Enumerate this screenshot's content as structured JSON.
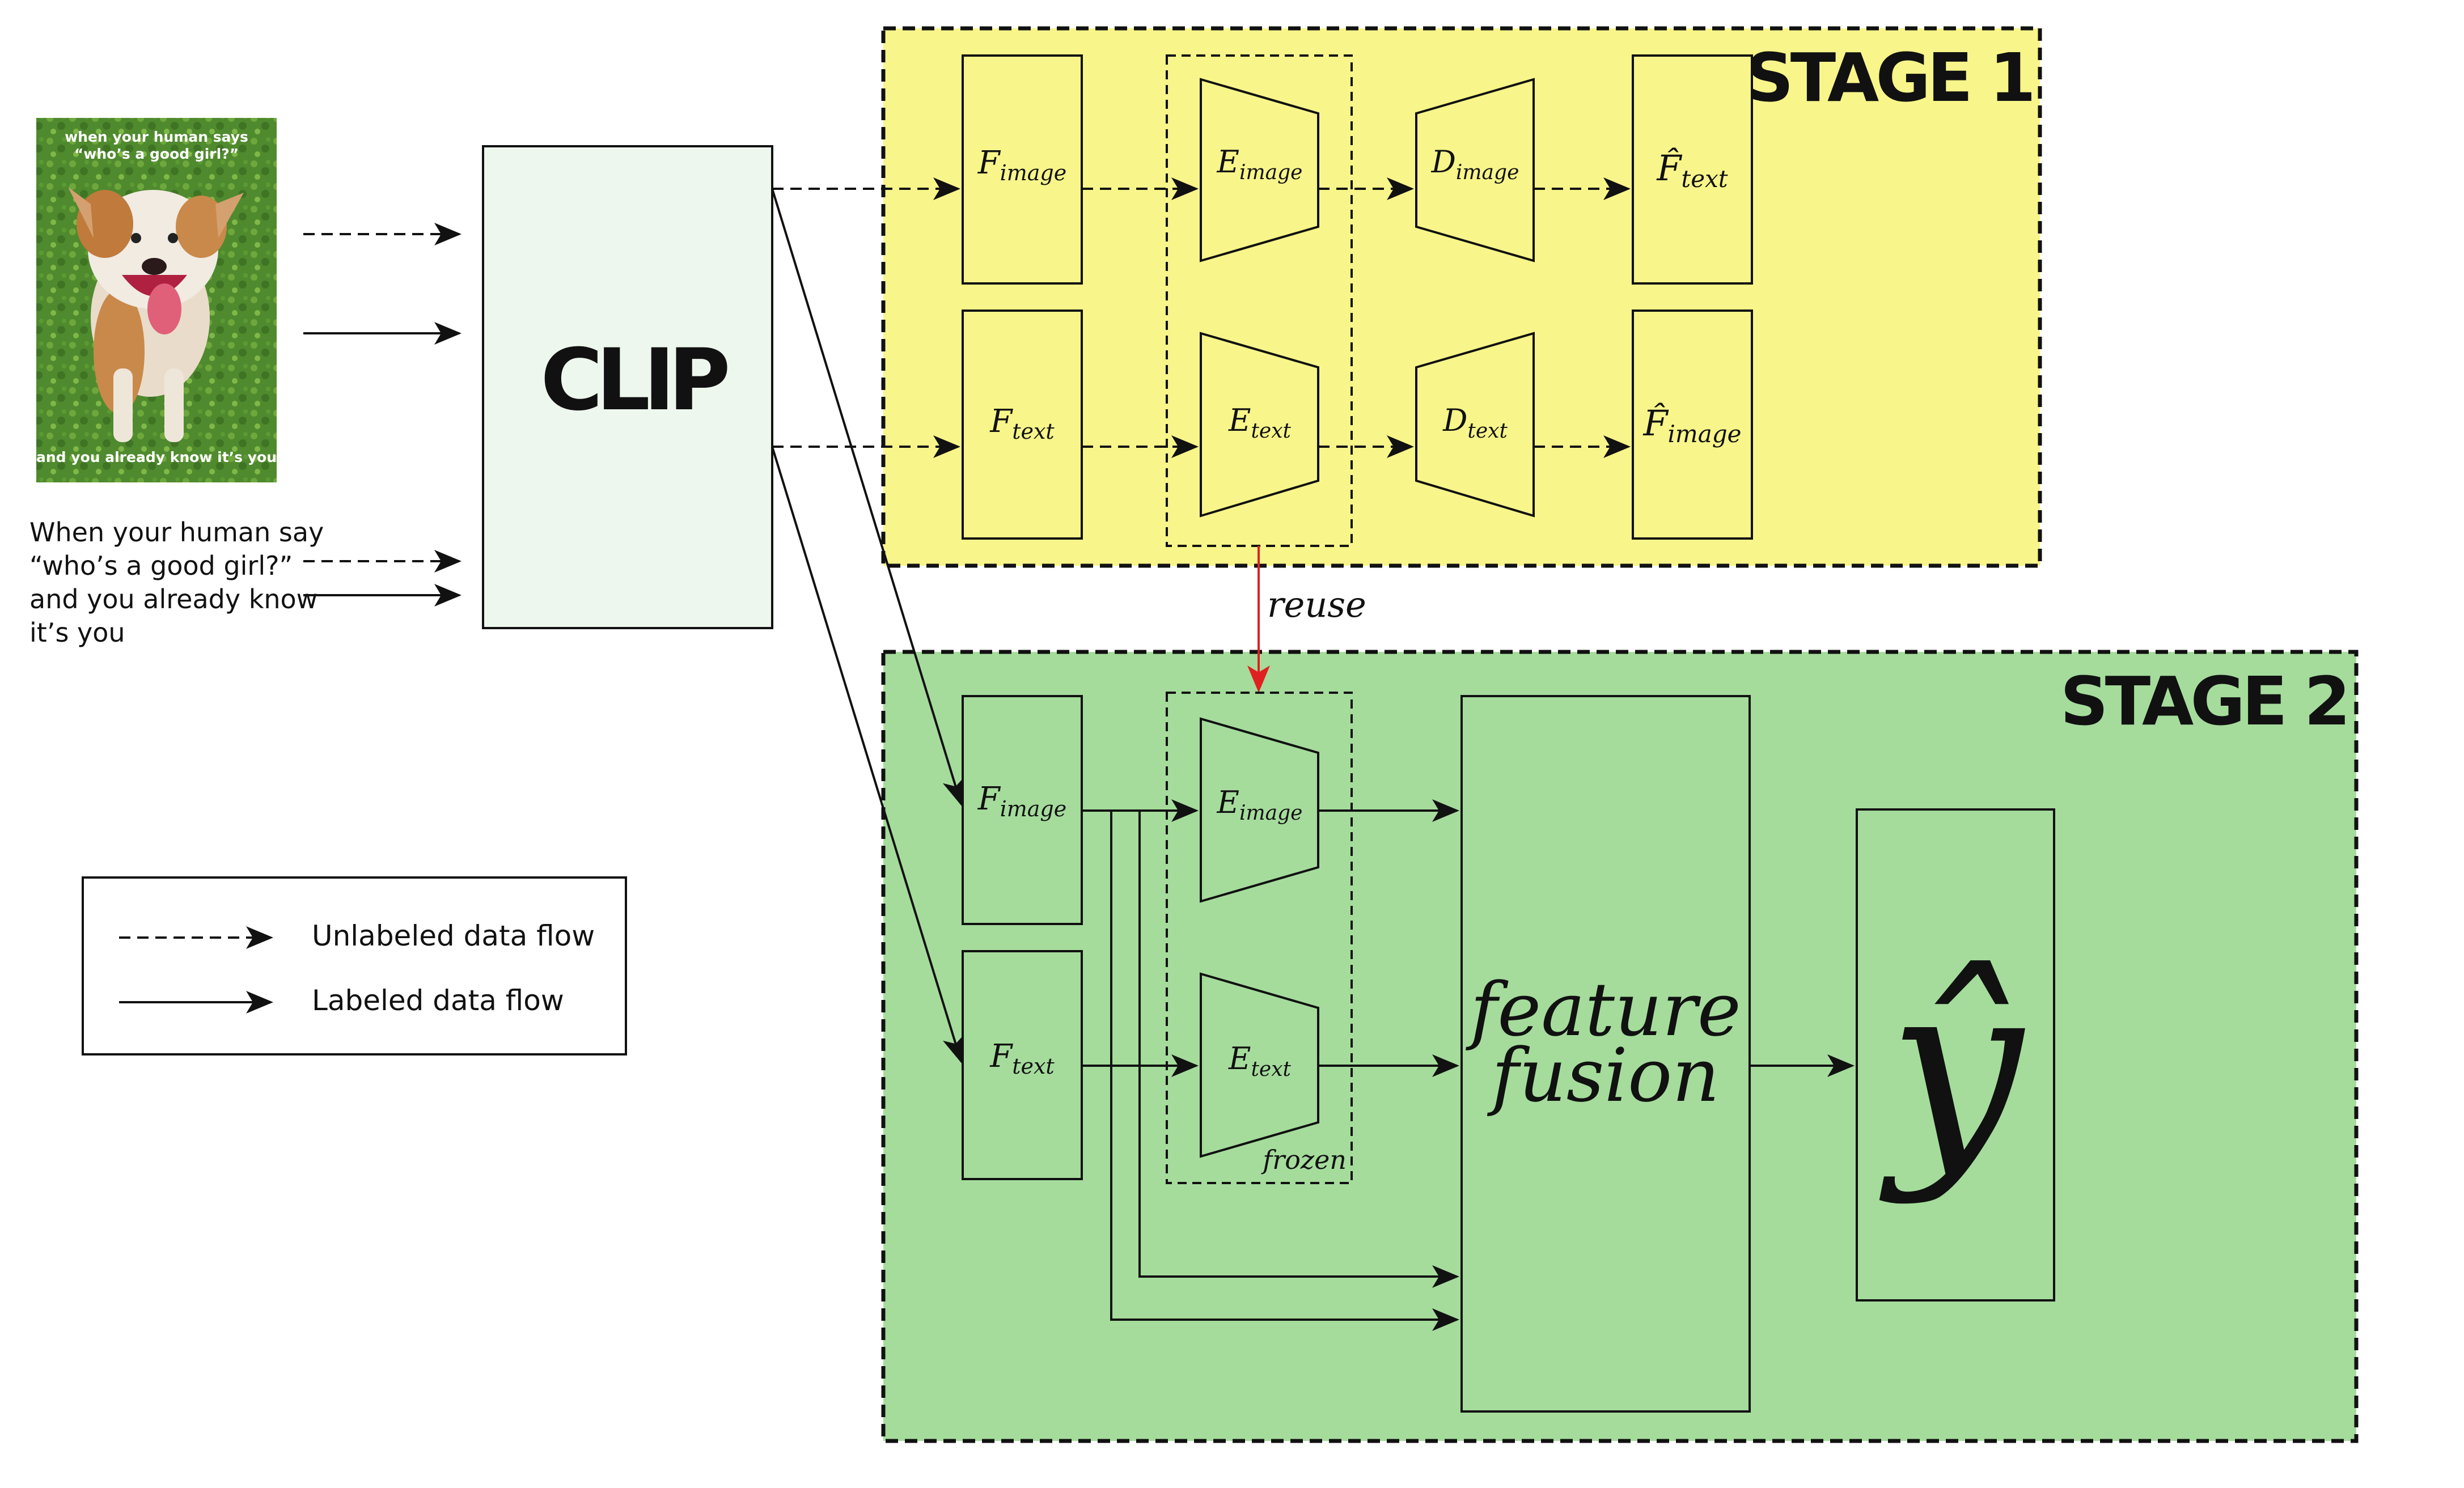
{
  "meme": {
    "top_text_1": "when your human says",
    "top_text_2": "“who’s a good girl?”",
    "bottom_text": "and you already know it’s you"
  },
  "caption": {
    "lines": [
      "When your human say",
      "“who’s a good girl?”",
      "and you already know",
      "it’s you"
    ]
  },
  "clip": {
    "label": "CLIP"
  },
  "stage1": {
    "title": "STAGE 1",
    "f_image": {
      "base": "F",
      "sub": "image"
    },
    "f_text": {
      "base": "F",
      "sub": "text"
    },
    "e_image": {
      "base": "E",
      "sub": "image"
    },
    "e_text": {
      "base": "E",
      "sub": "text"
    },
    "d_image": {
      "base": "D",
      "sub": "image"
    },
    "d_text": {
      "base": "D",
      "sub": "text"
    },
    "fhat_text": {
      "base": "F̂",
      "sub": "text"
    },
    "fhat_image": {
      "base": "F̂",
      "sub": "image"
    }
  },
  "reuse_label": "reuse",
  "stage2": {
    "title": "STAGE 2",
    "f_image": {
      "base": "F",
      "sub": "image"
    },
    "f_text": {
      "base": "F",
      "sub": "text"
    },
    "e_image": {
      "base": "E",
      "sub": "image"
    },
    "e_text": {
      "base": "E",
      "sub": "text"
    },
    "frozen_label": "frozen",
    "fusion_line1": "feature",
    "fusion_line2": "fusion",
    "output": "ŷ"
  },
  "legend": {
    "unlabeled": "Unlabeled data flow",
    "labeled": "Labeled data flow"
  },
  "colors": {
    "stage1_fill": "#f8f58a",
    "stage2_fill": "#a5dc9c",
    "clip_fill": "#eef7ee",
    "reuse_arrow": "#e02020",
    "line": "#111111"
  }
}
